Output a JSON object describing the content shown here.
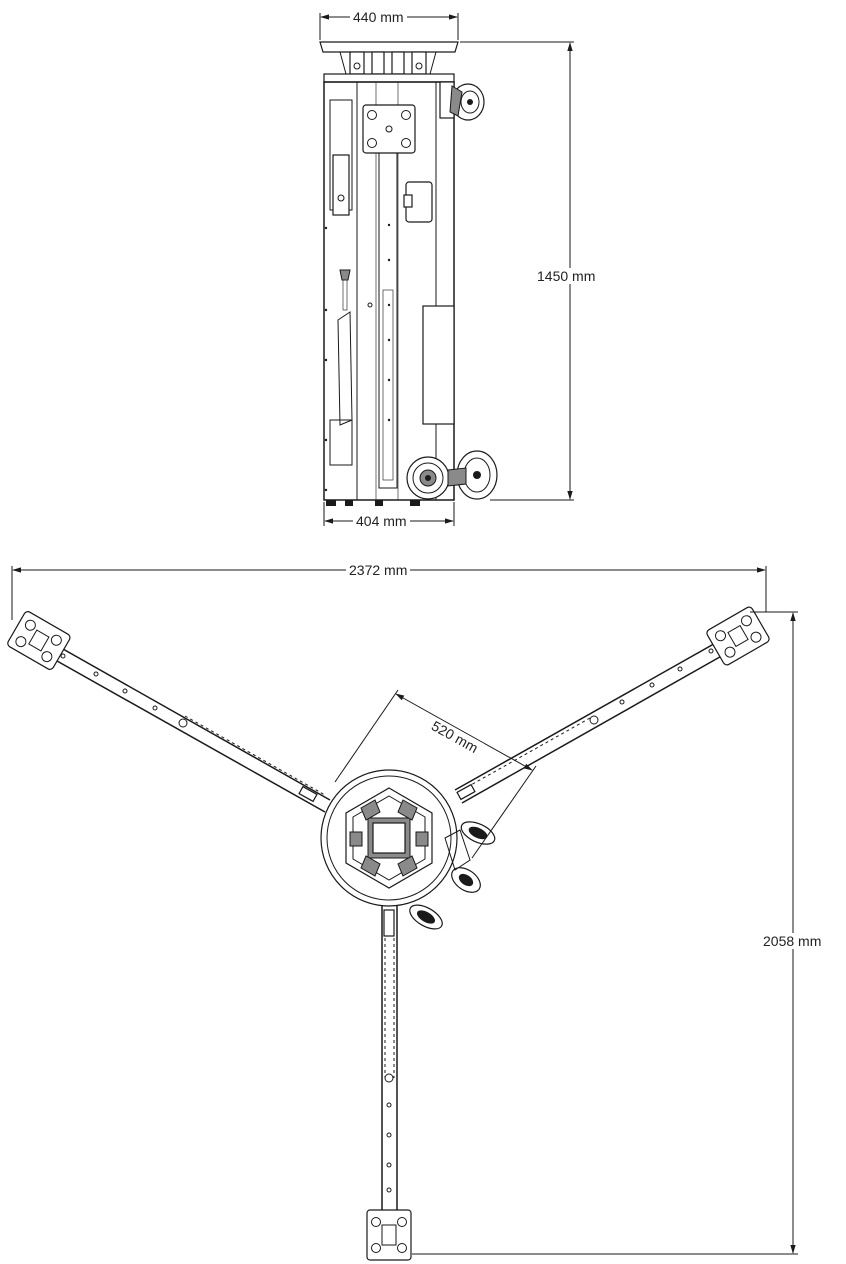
{
  "dimensions": {
    "top_width": "440 mm",
    "base_width": "404 mm",
    "height": "1450 mm",
    "span_width": "2372 mm",
    "span_height": "2058 mm",
    "hub_diameter": "520 mm"
  },
  "colors": {
    "line": "#1a1a1a",
    "background": "#ffffff"
  }
}
